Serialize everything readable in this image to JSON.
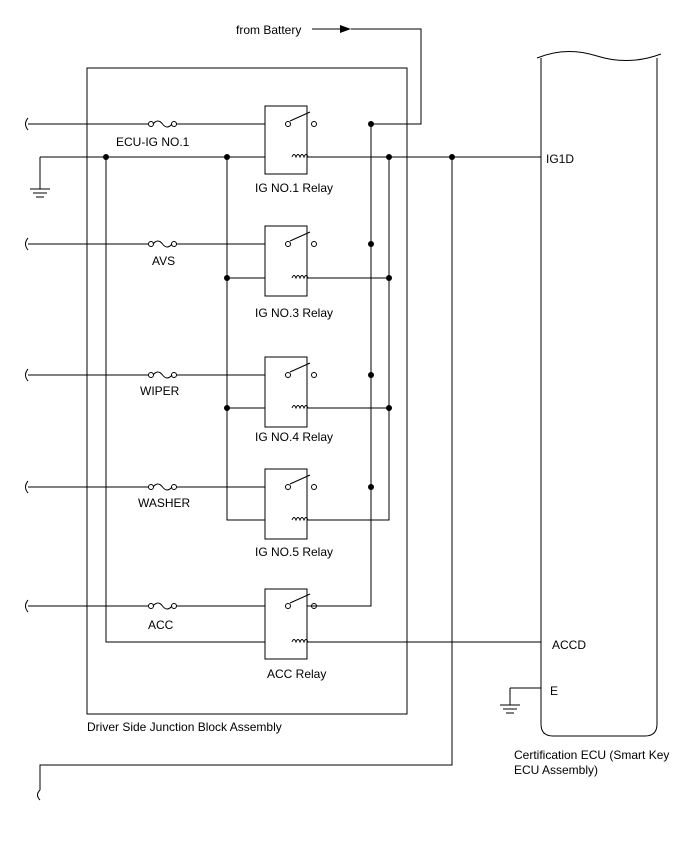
{
  "diagram": {
    "from_battery": "from Battery",
    "junction_block": "Driver Side Junction Block Assembly",
    "ecu": {
      "name_line1": "Certification ECU (Smart Key",
      "name_line2": "ECU Assembly)",
      "pin_ig1d": "IG1D",
      "pin_accd": "ACCD",
      "pin_e": "E"
    },
    "fuses": [
      "ECU-IG NO.1",
      "AVS",
      "WIPER",
      "WASHER",
      "ACC"
    ],
    "relays": [
      "IG NO.1 Relay",
      "IG NO.3 Relay",
      "IG NO.4 Relay",
      "IG NO.5 Relay",
      "ACC Relay"
    ]
  }
}
